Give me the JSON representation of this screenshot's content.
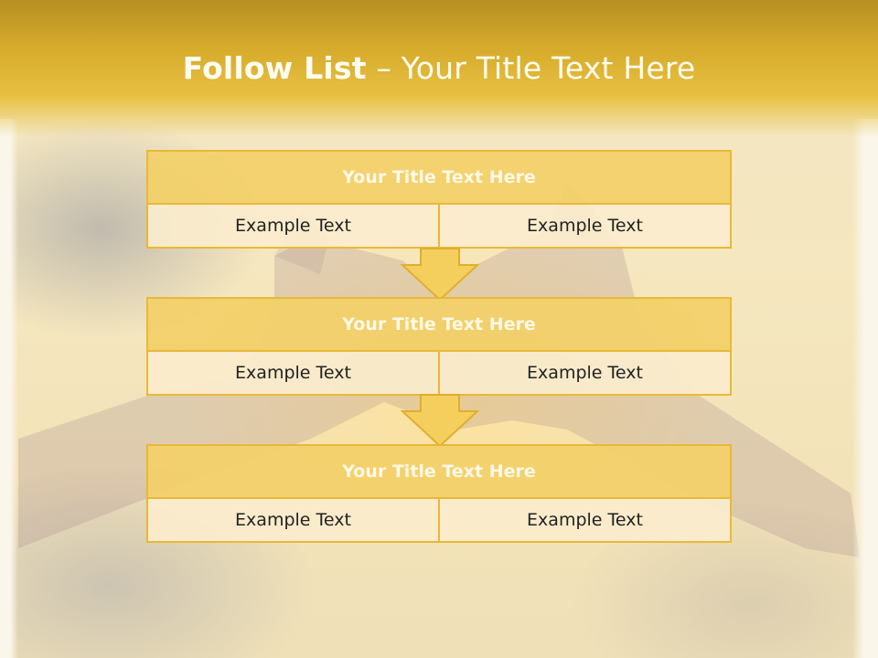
{
  "slide": {
    "title_bold": "Follow List",
    "title_rest": " – Your Title Text Here"
  },
  "steps": [
    {
      "title": "Your Title Text Here",
      "left": "Example Text",
      "right": "Example Text"
    },
    {
      "title": "Your Title Text Here",
      "left": "Example Text",
      "right": "Example Text"
    },
    {
      "title": "Your Title Text Here",
      "left": "Example Text",
      "right": "Example Text"
    }
  ],
  "colors": {
    "header_gold": "#d6ab2c",
    "box_border": "#e8b937",
    "box_title_fill": "#f2d068",
    "box_cell_fill": "#faeccc",
    "arrow_fill": "#f4cf5e"
  },
  "icons": {
    "connector": "down-arrow-icon"
  }
}
